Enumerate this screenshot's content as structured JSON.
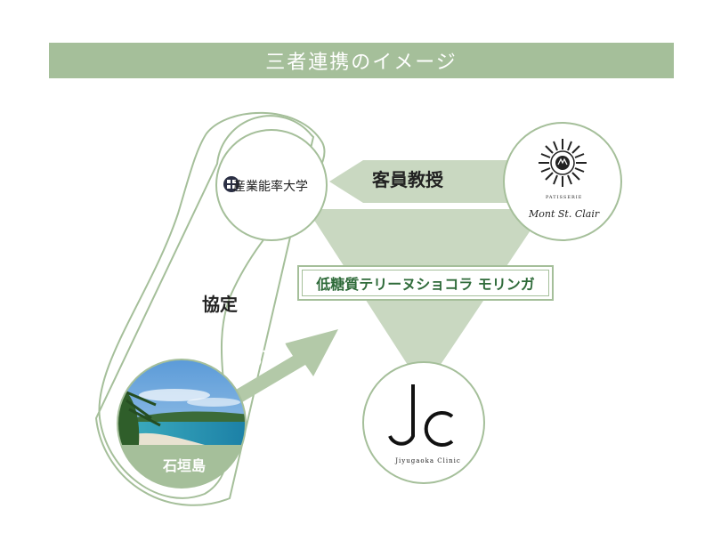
{
  "title": "三者連携のイメージ",
  "nodes": {
    "university": {
      "label": "産業能率大学"
    },
    "monte": {
      "small_text": "PATISSERIE",
      "name": "Mont St. Clair"
    },
    "clinic": {
      "name": "Jiyugaoka Clinic"
    },
    "island": {
      "label": "石垣島"
    }
  },
  "relations": {
    "visiting_professor": "客員教授",
    "agreement": "協定",
    "moringa_arrow": "モリンガ"
  },
  "product": {
    "label": "低糖質テリーヌショコラ モリンガ"
  },
  "colors": {
    "accent": "#a5bf9a",
    "light_accent": "#c9d8c1",
    "dark_green": "#2f6b3a",
    "white": "#ffffff"
  }
}
